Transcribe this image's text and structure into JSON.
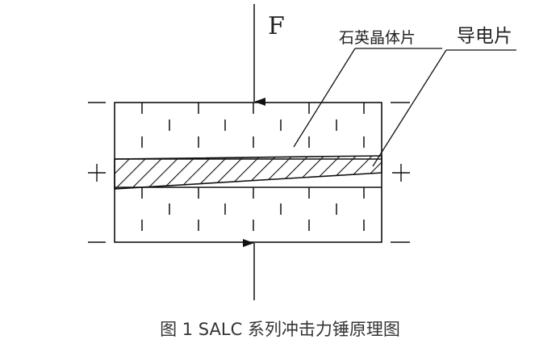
{
  "diagram": {
    "force_label": "F",
    "quartz_label": "石英晶体片",
    "electrode_label": "导电片",
    "polarity": {
      "top_left": "−",
      "top_right": "−",
      "mid_left": "+",
      "mid_right": "+",
      "bottom_left": "−",
      "bottom_right": "−"
    }
  },
  "caption": "图 1 SALC 系列冲击力锤原理图"
}
